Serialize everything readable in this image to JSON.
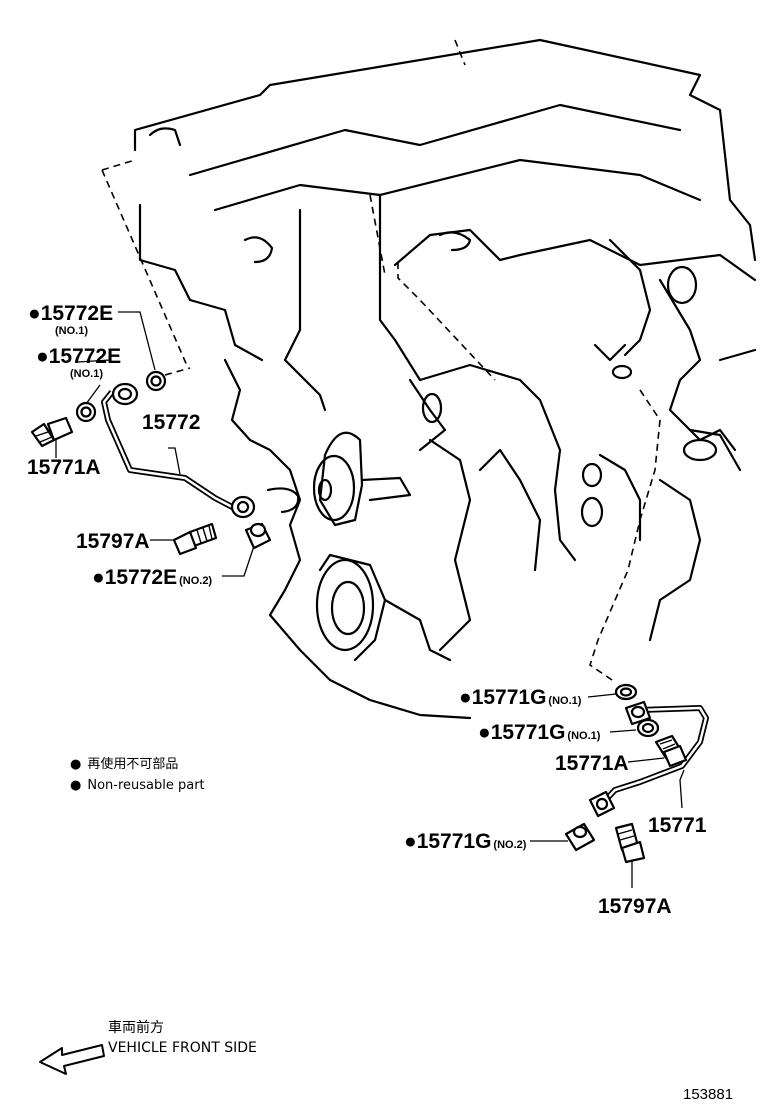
{
  "callouts": {
    "p15772e_top": {
      "mark": "●",
      "part": "15772E",
      "sub": "(NO.1)"
    },
    "p15772e_mid": {
      "mark": "●",
      "part": "15772E",
      "sub": "(NO.1)"
    },
    "p15771a_left": {
      "part": "15771A"
    },
    "p15772": {
      "part": "15772"
    },
    "p15797a_left": {
      "part": "15797A"
    },
    "p15772e_no2": {
      "mark": "●",
      "part": "15772E",
      "sub": "(NO.2)"
    },
    "p15771g_a": {
      "mark": "●",
      "part": "15771G",
      "sub": "(NO.1)"
    },
    "p15771g_b": {
      "mark": "●",
      "part": "15771G",
      "sub": "(NO.1)"
    },
    "p15771a_right": {
      "part": "15771A"
    },
    "p15771": {
      "part": "15771"
    },
    "p15771g_no2": {
      "mark": "●",
      "part": "15771G",
      "sub": "(NO.2)"
    },
    "p15797a_right": {
      "part": "15797A"
    }
  },
  "legend": {
    "mark": "●",
    "japanese": "再使用不可部品",
    "english": "Non-reusable part"
  },
  "direction": {
    "japanese": "車両前方",
    "english": "VEHICLE FRONT SIDE"
  },
  "illustration_number": "153881"
}
